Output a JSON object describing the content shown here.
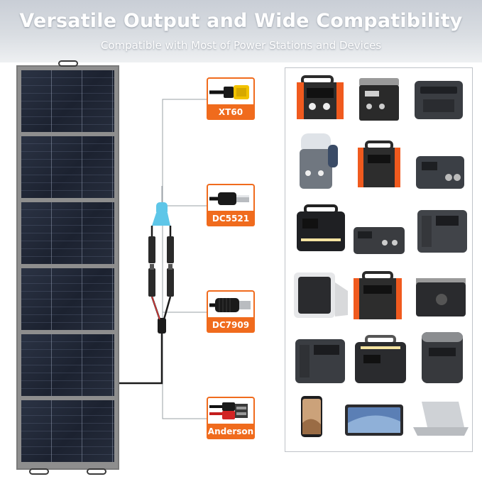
{
  "header": {
    "title": "Versatile Output and Wide Compatibility",
    "subtitle": "Compatible with Most of Power Stations and Devices"
  },
  "connectors": [
    {
      "label": "XT60",
      "icon": "xt60-connector-icon"
    },
    {
      "label": "DC5521",
      "icon": "dc5521-connector-icon"
    },
    {
      "label": "DC7909",
      "icon": "dc7909-connector-icon"
    },
    {
      "label": "Anderson",
      "icon": "anderson-connector-icon"
    }
  ],
  "colors": {
    "accent": "#f06b1d",
    "panel": "#1f2533",
    "frame": "#8e8e8e",
    "cable_blue": "#5ec6e8",
    "cable_red": "#e23b3b"
  },
  "device_icons": [
    "orange-power-station-icon",
    "grey-power-station-icon",
    "dark-power-station-icon",
    "lantern-power-station-icon",
    "orange-compact-power-station-icon",
    "compact-power-station-icon",
    "black-power-station-icon",
    "flat-power-station-icon",
    "dark-grey-power-station-icon",
    "white-power-station-icon",
    "orange-large-power-station-icon",
    "black-large-power-station-icon",
    "grey-black-power-station-icon",
    "wide-power-station-icon",
    "tall-power-station-icon",
    "smartphone-icon",
    "tablet-icon",
    "laptop-icon"
  ]
}
